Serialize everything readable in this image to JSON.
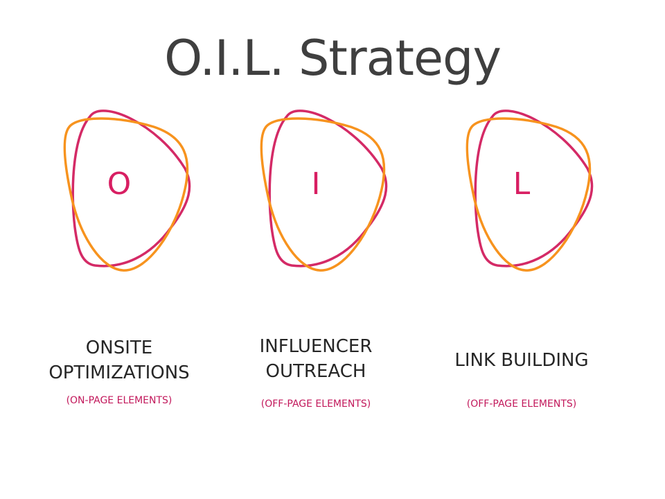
{
  "title": "O.I.L. Strategy",
  "colors": {
    "title": "#3f3f3f",
    "accent_pink": "#d42a66",
    "accent_orange": "#f7931e",
    "letter": "#d81e62",
    "subtitle": "#c2185b",
    "heading": "#262626"
  },
  "pillars": [
    {
      "letter": "O",
      "heading": "ONSITE\nOPTIMIZATIONS",
      "subtitle": "(ON-PAGE ELEMENTS)"
    },
    {
      "letter": "I",
      "heading": "INFLUENCER\nOUTREACH",
      "subtitle": "(OFF-PAGE ELEMENTS)"
    },
    {
      "letter": "L",
      "heading": "LINK BUILDING",
      "subtitle": "(OFF-PAGE ELEMENTS)"
    }
  ]
}
